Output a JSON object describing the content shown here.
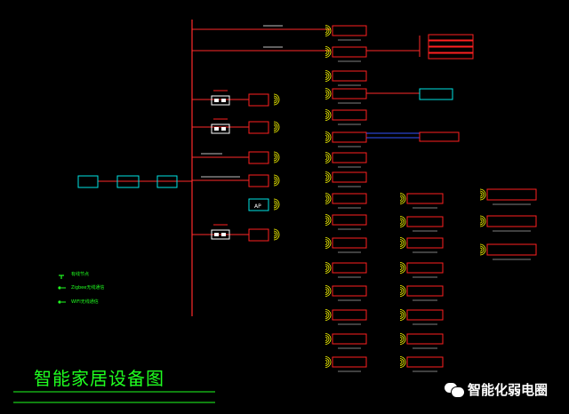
{
  "title": "智能家居设备图",
  "watermark": "智能化弱电圈",
  "colors": {
    "background": "#000000",
    "bus_line": "#ff2a2a",
    "box_border": "#ff2020",
    "gateway_border": "#00e5e5",
    "signal": "#ffff00",
    "legend": "#20ff20",
    "small_text": "#ffffff",
    "title": "#20ff20"
  },
  "legend": {
    "items": [
      {
        "icon": "wired-node-icon",
        "label": "有线节点"
      },
      {
        "icon": "zigbee-icon",
        "label": "Zigbee无线通信"
      },
      {
        "icon": "wifi-icon",
        "label": "WIFI无线通信"
      }
    ]
  }
}
